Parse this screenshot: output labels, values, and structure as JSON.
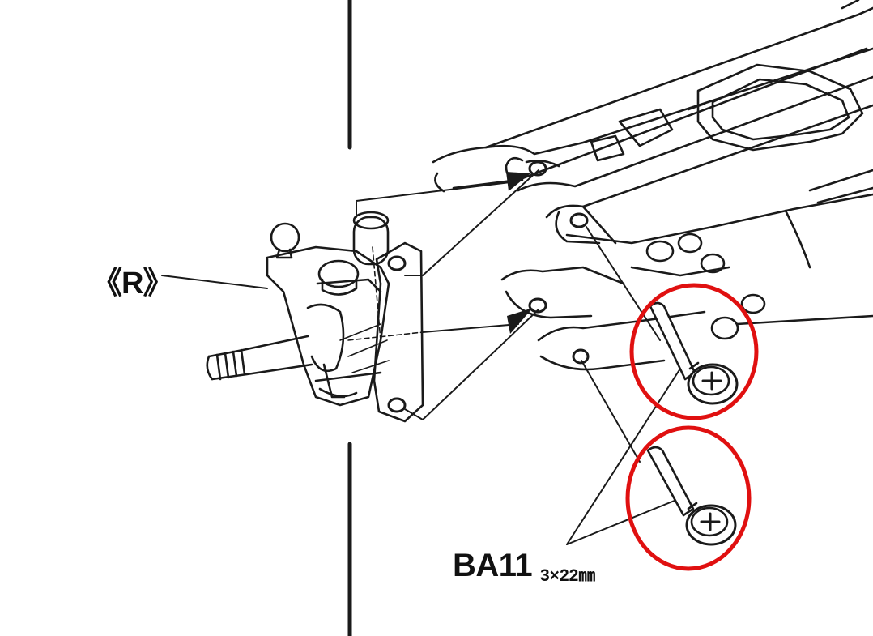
{
  "labels": {
    "side": "《R》",
    "part_code": "BA11",
    "part_size": "3×22㎜"
  },
  "colors": {
    "ink": "#1a1a1a",
    "highlight": "#e01010",
    "paper": "#ffffff"
  },
  "icons": [
    "screw-icon",
    "screw-icon"
  ]
}
